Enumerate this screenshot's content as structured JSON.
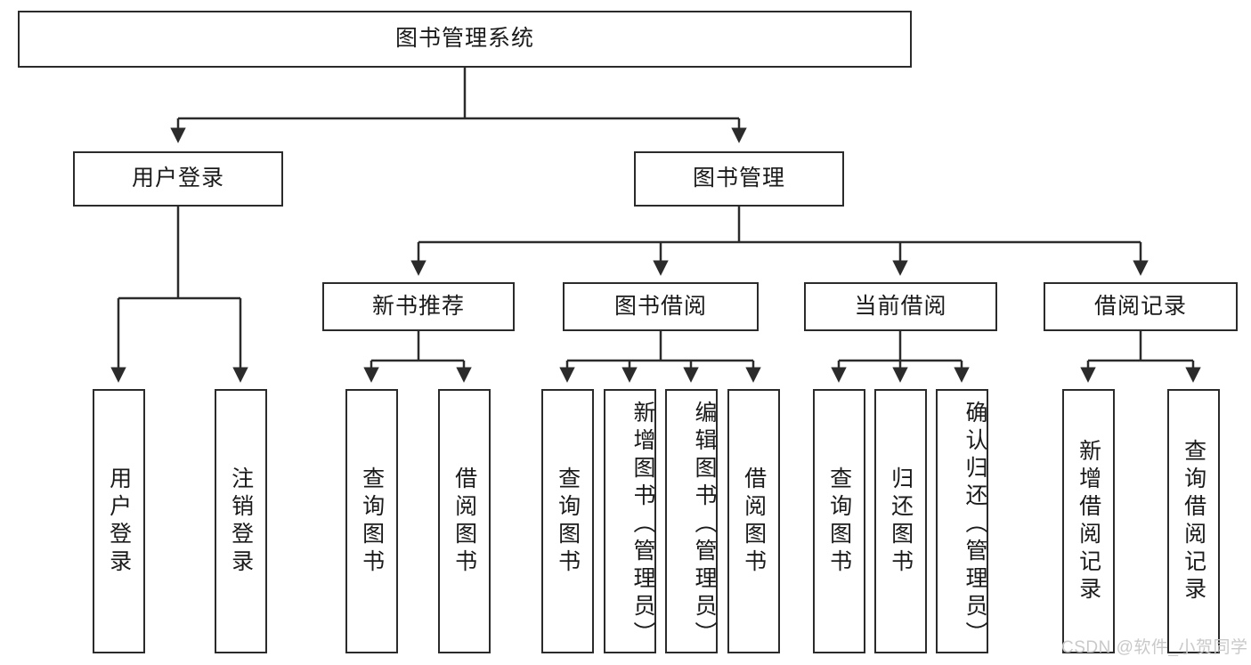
{
  "diagram": {
    "type": "tree-hierarchy-chart",
    "title": "图书管理系统",
    "orientation": "top-down",
    "line_color": "#2b2b2b",
    "box_fill": "#ffffff",
    "text_color": "#1a1a1a",
    "levels": [
      {
        "level": 1,
        "nodes": [
          {
            "id": "root",
            "label": "图书管理系统",
            "text_direction": "horizontal"
          }
        ]
      },
      {
        "level": 2,
        "nodes": [
          {
            "id": "login",
            "label": "用户登录",
            "text_direction": "horizontal",
            "parent": "root"
          },
          {
            "id": "bookmgmt",
            "label": "图书管理",
            "text_direction": "horizontal",
            "parent": "root"
          }
        ]
      },
      {
        "level": 3,
        "nodes": [
          {
            "id": "newbook",
            "label": "新书推荐",
            "text_direction": "horizontal",
            "parent": "bookmgmt"
          },
          {
            "id": "borrow",
            "label": "图书借阅",
            "text_direction": "horizontal",
            "parent": "bookmgmt"
          },
          {
            "id": "current",
            "label": "当前借阅",
            "text_direction": "horizontal",
            "parent": "bookmgmt"
          },
          {
            "id": "records",
            "label": "借阅记录",
            "text_direction": "horizontal",
            "parent": "bookmgmt"
          }
        ]
      },
      {
        "level": 4,
        "nodes": [
          {
            "id": "leaf1",
            "label": "用户登录",
            "text_direction": "vertical",
            "parent": "login"
          },
          {
            "id": "leaf2",
            "label": "注销登录",
            "text_direction": "vertical",
            "parent": "login"
          },
          {
            "id": "leaf3",
            "label": "查询图书",
            "text_direction": "vertical",
            "parent": "newbook"
          },
          {
            "id": "leaf4",
            "label": "借阅图书",
            "text_direction": "vertical",
            "parent": "newbook"
          },
          {
            "id": "leaf5",
            "label": "查询图书",
            "text_direction": "vertical",
            "parent": "borrow"
          },
          {
            "id": "leaf6",
            "label": "新增图书（管理员）",
            "text_direction": "vertical",
            "parent": "borrow"
          },
          {
            "id": "leaf7",
            "label": "编辑图书（管理员）",
            "text_direction": "vertical",
            "parent": "borrow"
          },
          {
            "id": "leaf8",
            "label": "借阅图书",
            "text_direction": "vertical",
            "parent": "borrow"
          },
          {
            "id": "leaf9",
            "label": "查询图书",
            "text_direction": "vertical",
            "parent": "current"
          },
          {
            "id": "leaf10",
            "label": "归还图书",
            "text_direction": "vertical",
            "parent": "current"
          },
          {
            "id": "leaf11",
            "label": "确认归还（管理员）",
            "text_direction": "vertical",
            "parent": "current"
          },
          {
            "id": "leaf12",
            "label": "新增借阅记录",
            "text_direction": "vertical",
            "parent": "records"
          },
          {
            "id": "leaf13",
            "label": "查询借阅记录",
            "text_direction": "vertical",
            "parent": "records"
          }
        ]
      }
    ]
  },
  "watermark": {
    "text": "CSDN @软件_小贺同学"
  }
}
